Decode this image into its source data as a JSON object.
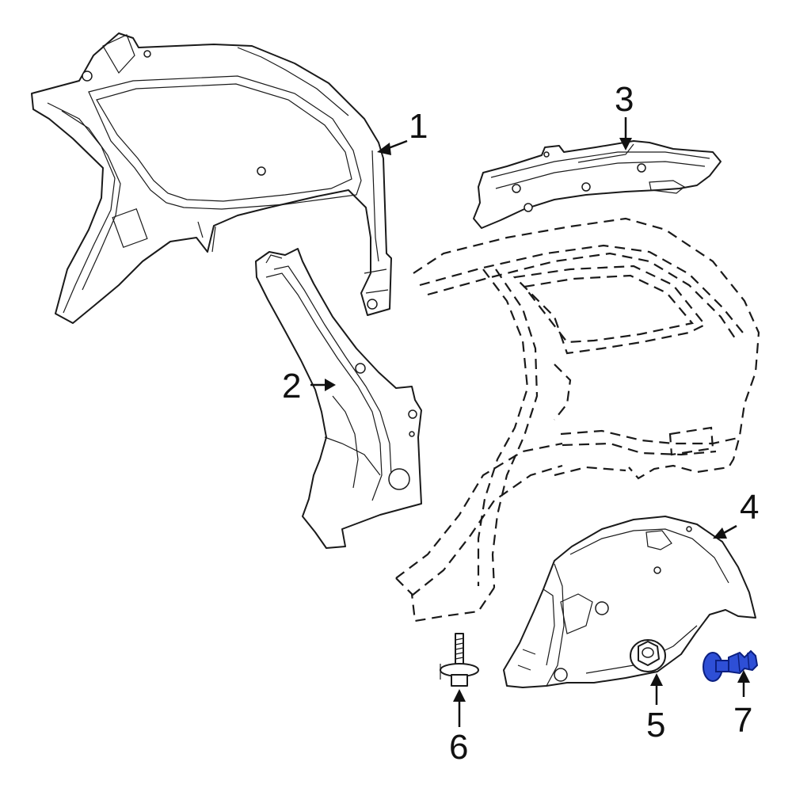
{
  "callouts": [
    {
      "id": "1",
      "label": "1"
    },
    {
      "id": "2",
      "label": "2"
    },
    {
      "id": "3",
      "label": "3"
    },
    {
      "id": "4",
      "label": "4"
    },
    {
      "id": "5",
      "label": "5"
    },
    {
      "id": "6",
      "label": "6"
    },
    {
      "id": "7",
      "label": "7"
    }
  ],
  "colors": {
    "line": "#1a1a1a",
    "background": "#ffffff",
    "highlight_fill": "#2e4fd6",
    "highlight_stroke": "#0b1f80"
  },
  "highlighted_part": "7"
}
